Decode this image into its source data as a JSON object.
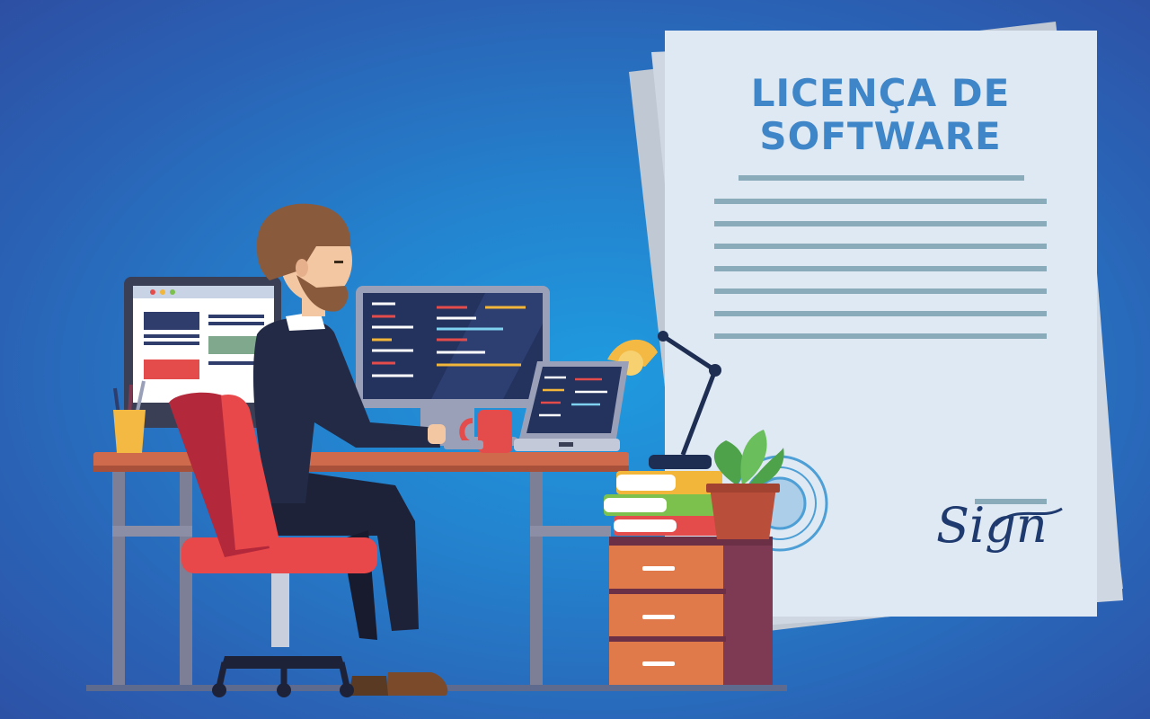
{
  "document": {
    "title_line1": "LICENÇA DE",
    "title_line2": "SOFTWARE",
    "signature_text": "Sign"
  },
  "icons": [
    "license-document",
    "desk",
    "developer",
    "desktop-monitor",
    "code-monitor",
    "laptop",
    "desk-lamp",
    "coffee-mug",
    "pencil-cup",
    "book-stack",
    "potted-plant",
    "drawer-cabinet",
    "office-chair",
    "stamp-seal",
    "signature"
  ],
  "colors": {
    "background": "#2480cc",
    "document_paper": "#dfe9f3",
    "title": "#3f86c9",
    "chair": "#e8484a",
    "desk_top": "#cf6a4d",
    "drawers": "#e07a4a",
    "code_screen": "#24325e",
    "signature": "#1f3a6e"
  }
}
